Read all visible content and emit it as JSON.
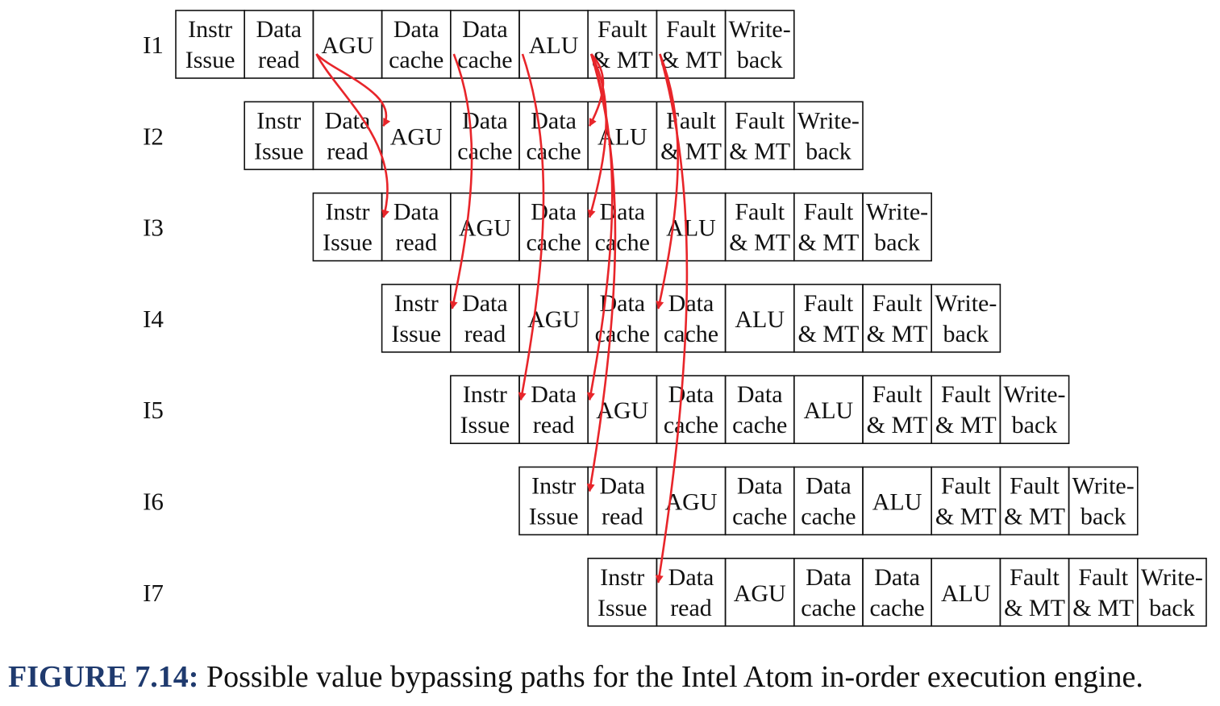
{
  "stages": [
    {
      "line1": "Instr",
      "line2": "Issue"
    },
    {
      "line1": "Data",
      "line2": "read"
    },
    {
      "line1": "AGU",
      "line2": ""
    },
    {
      "line1": "Data",
      "line2": "cache"
    },
    {
      "line1": "Data",
      "line2": "cache"
    },
    {
      "line1": "ALU",
      "line2": ""
    },
    {
      "line1": "Fault",
      "line2": "& MT"
    },
    {
      "line1": "Fault",
      "line2": "& MT"
    },
    {
      "line1": "Write-",
      "line2": "back"
    }
  ],
  "instructions": [
    "I1",
    "I2",
    "I3",
    "I4",
    "I5",
    "I6",
    "I7"
  ],
  "bypass_paths": [
    {
      "from": {
        "instr": 0,
        "stage": 2
      },
      "to": {
        "instr": 1,
        "stage": 2
      }
    },
    {
      "from": {
        "instr": 0,
        "stage": 2
      },
      "to": {
        "instr": 2,
        "stage": 1
      }
    },
    {
      "from": {
        "instr": 0,
        "stage": 4
      },
      "to": {
        "instr": 3,
        "stage": 1
      }
    },
    {
      "from": {
        "instr": 0,
        "stage": 5
      },
      "to": {
        "instr": 4,
        "stage": 1
      }
    },
    {
      "from": {
        "instr": 0,
        "stage": 6
      },
      "to": {
        "instr": 1,
        "stage": 5
      }
    },
    {
      "from": {
        "instr": 0,
        "stage": 6
      },
      "to": {
        "instr": 2,
        "stage": 4
      }
    },
    {
      "from": {
        "instr": 0,
        "stage": 6
      },
      "to": {
        "instr": 4,
        "stage": 2
      }
    },
    {
      "from": {
        "instr": 0,
        "stage": 6
      },
      "to": {
        "instr": 5,
        "stage": 1
      }
    },
    {
      "from": {
        "instr": 0,
        "stage": 7
      },
      "to": {
        "instr": 3,
        "stage": 4
      }
    },
    {
      "from": {
        "instr": 0,
        "stage": 7
      },
      "to": {
        "instr": 6,
        "stage": 1
      }
    }
  ],
  "colors": {
    "arrow": "#e8252a",
    "box": "#111111",
    "caption_label": "#1f3a6e"
  },
  "caption": {
    "label": "FIGURE 7.14:",
    "text": " Possible value bypassing paths for the Intel Atom in-order execution engine."
  }
}
